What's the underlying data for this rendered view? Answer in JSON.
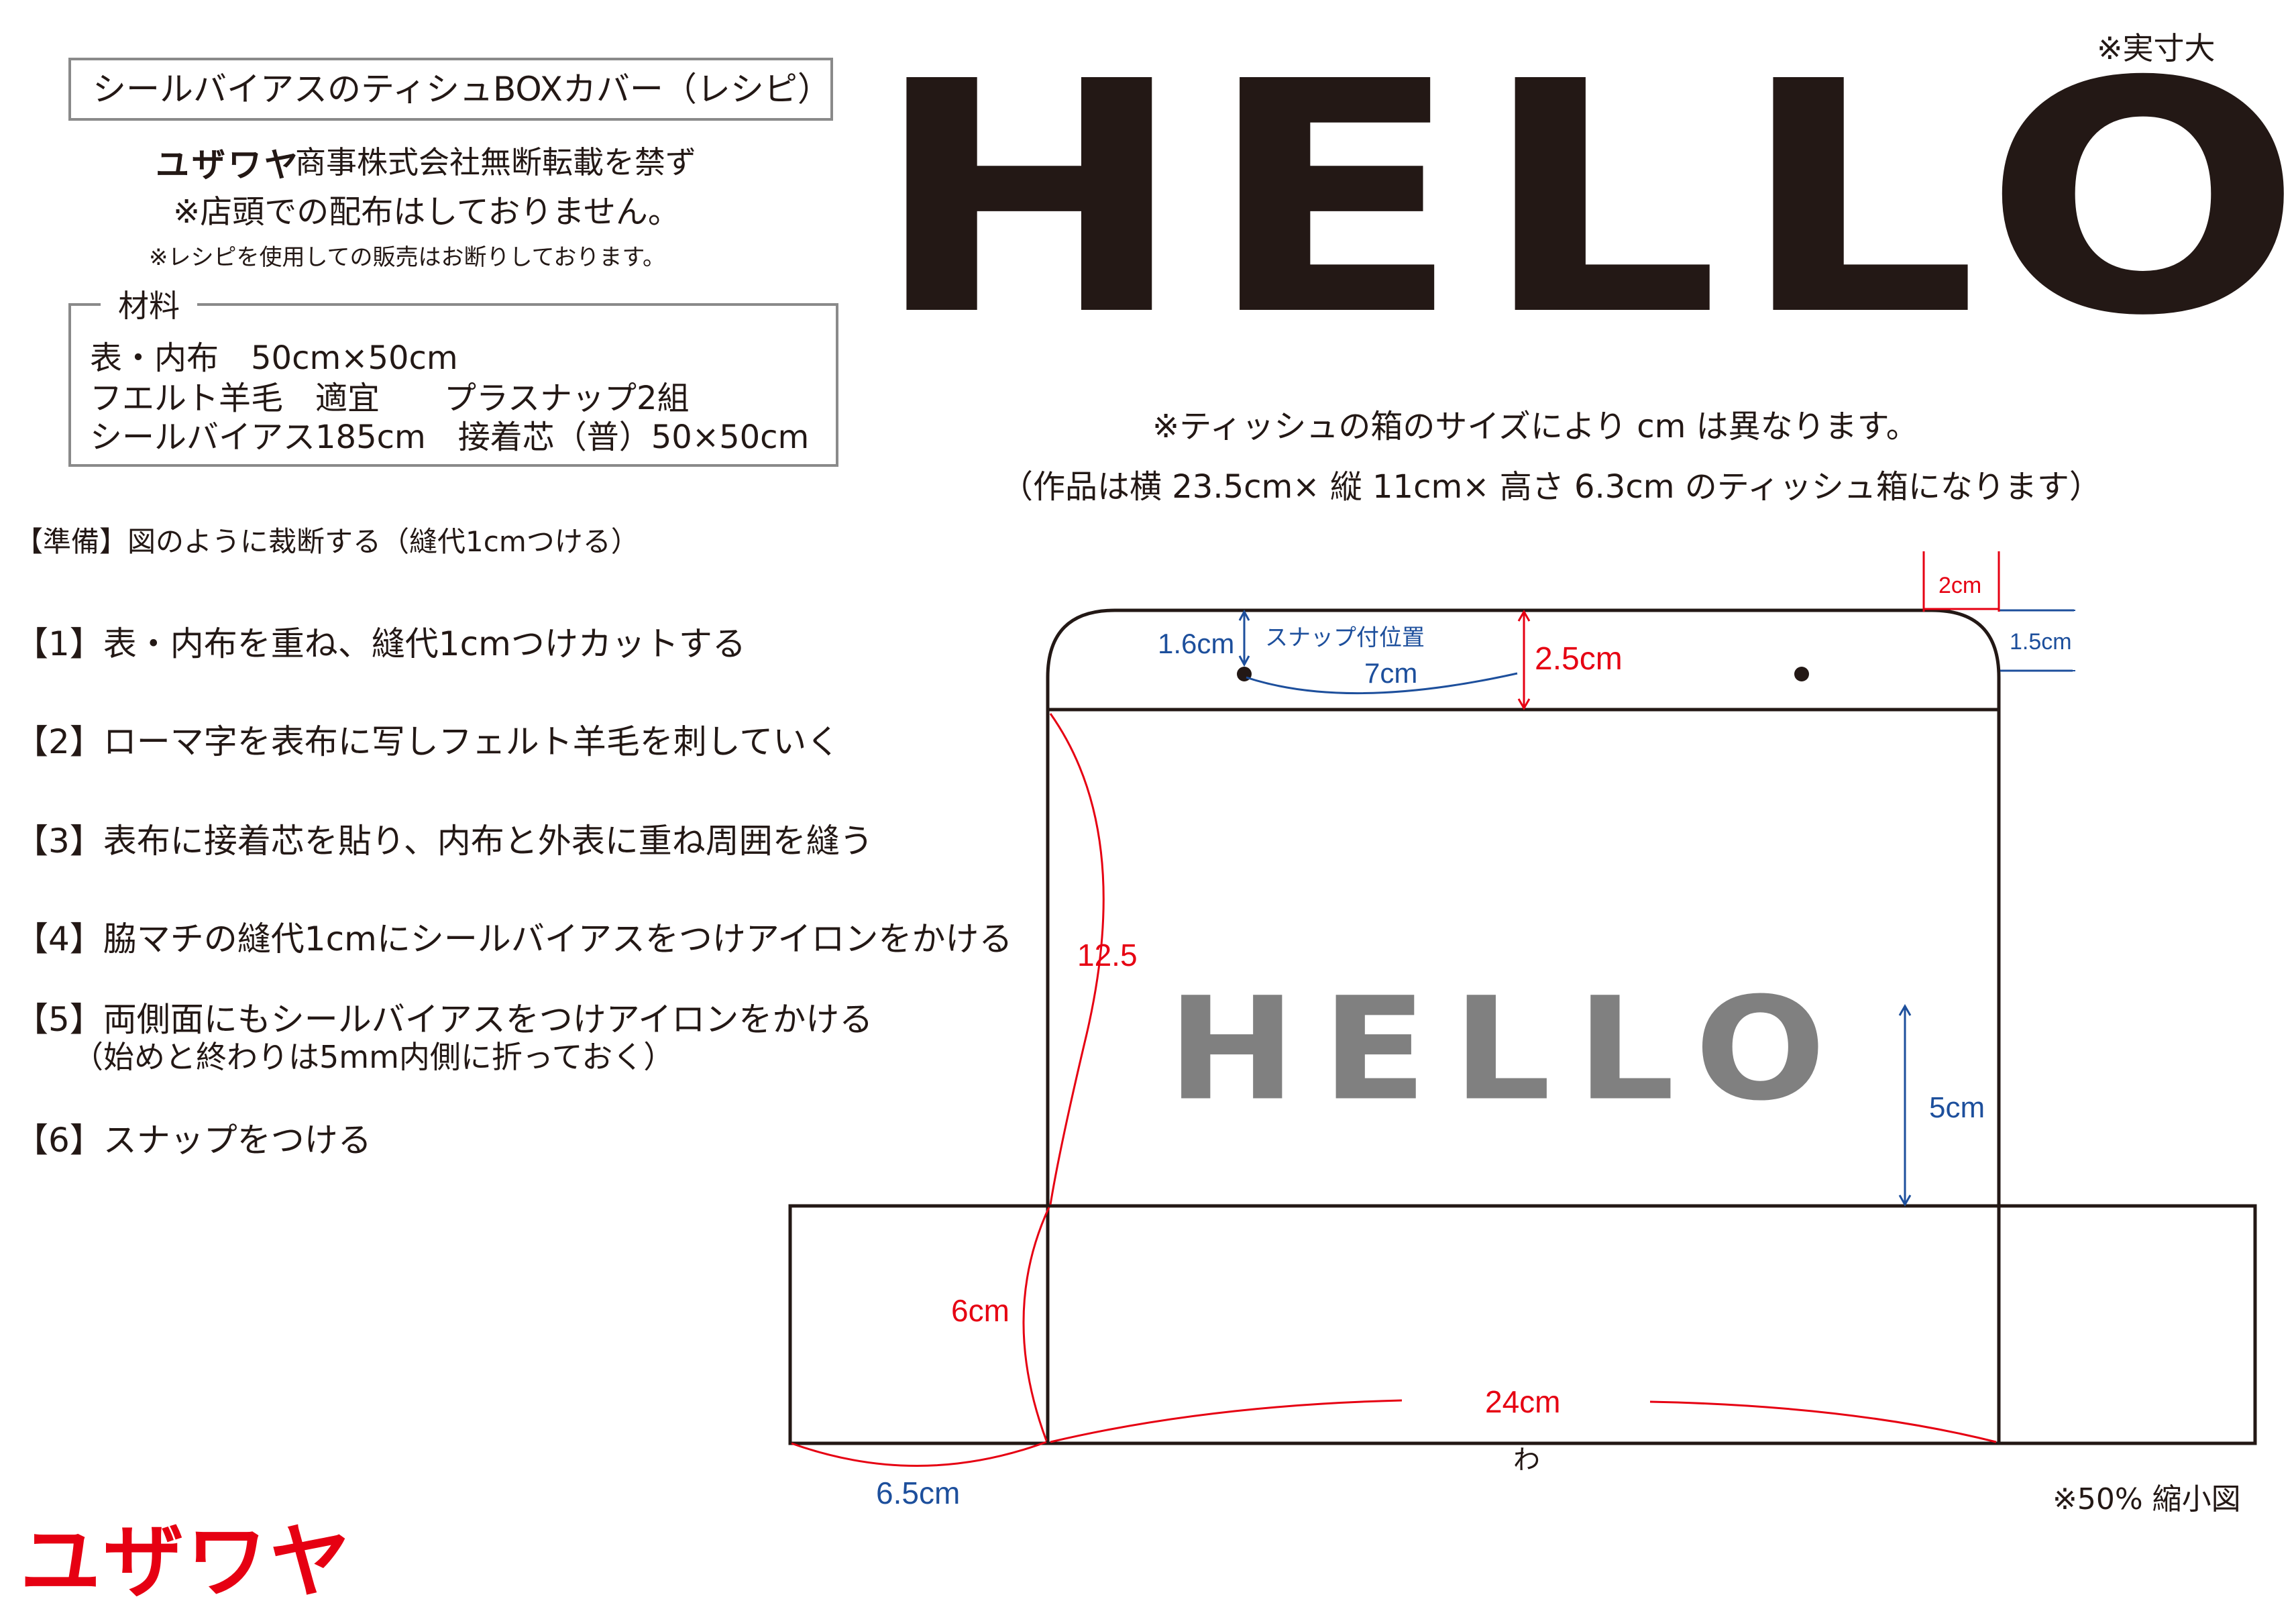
{
  "header": {
    "title": "シールバイアスのティシュBOXカバー（レシピ）",
    "brand_small": "ユザワヤ",
    "notice_line1_rest": "商事株式会社無断転載を禁ず",
    "notice_line2": "※店頭での配布はしておりません。",
    "notice_line3": "※レシピを使用しての販売はお断りしております。"
  },
  "materials": {
    "legend": "材料",
    "line1": "表・内布　50cm×50cm",
    "line2": "フエルト羊毛　適宜　　プラスナップ2組",
    "line3": "シールバイアス185cm　接着芯（普）50×50cm"
  },
  "pattern_top": {
    "hello": "HELLO",
    "actual_size": "※実寸大",
    "note1": "※ティッシュの箱のサイズにより cm は異なります。",
    "note2": "（作品は横 23.5cm× 縦 11cm× 高さ 6.3cm のティッシュ箱になります）"
  },
  "steps": {
    "prep": "【準備】図のように裁断する（縫代1cmつける）",
    "s1": "【1】表・内布を重ね、縫代1cmつけカットする",
    "s2": "【2】ローマ字を表布に写しフェルト羊毛を刺していく",
    "s3": "【3】表布に接着芯を貼り、内布と外表に重ね周囲を縫う",
    "s4": "【4】脇マチの縫代1cmにシールバイアスをつけアイロンをかける",
    "s5": "【5】両側面にもシールバイアスをつけアイロンをかける",
    "s5b": "（始めと終わりは5mm内側に折っておく）",
    "s6": "【6】スナップをつける"
  },
  "diagram": {
    "hello": "HELLO",
    "dim_2cm": "2cm",
    "dim_15cm": "1.5cm",
    "dim_16cm": "1.6cm",
    "snap_label": "スナップ付位置",
    "dim_7cm": "7cm",
    "dim_25cm": "2.5cm",
    "dim_125": "12.5",
    "dim_5cm": "5cm",
    "dim_6cm": "6cm",
    "dim_24cm": "24cm",
    "fold_mark": "わ",
    "dim_65cm": "6.5cm",
    "scale_note": "※50% 縮小図"
  },
  "brand": {
    "logo": "ユザワヤ"
  },
  "colors": {
    "text": "#231815",
    "dimension_red": "#e60012",
    "dimension_blue": "#1d4f9c",
    "hello_small_gray": "#808080",
    "logo_red": "#e60012"
  }
}
